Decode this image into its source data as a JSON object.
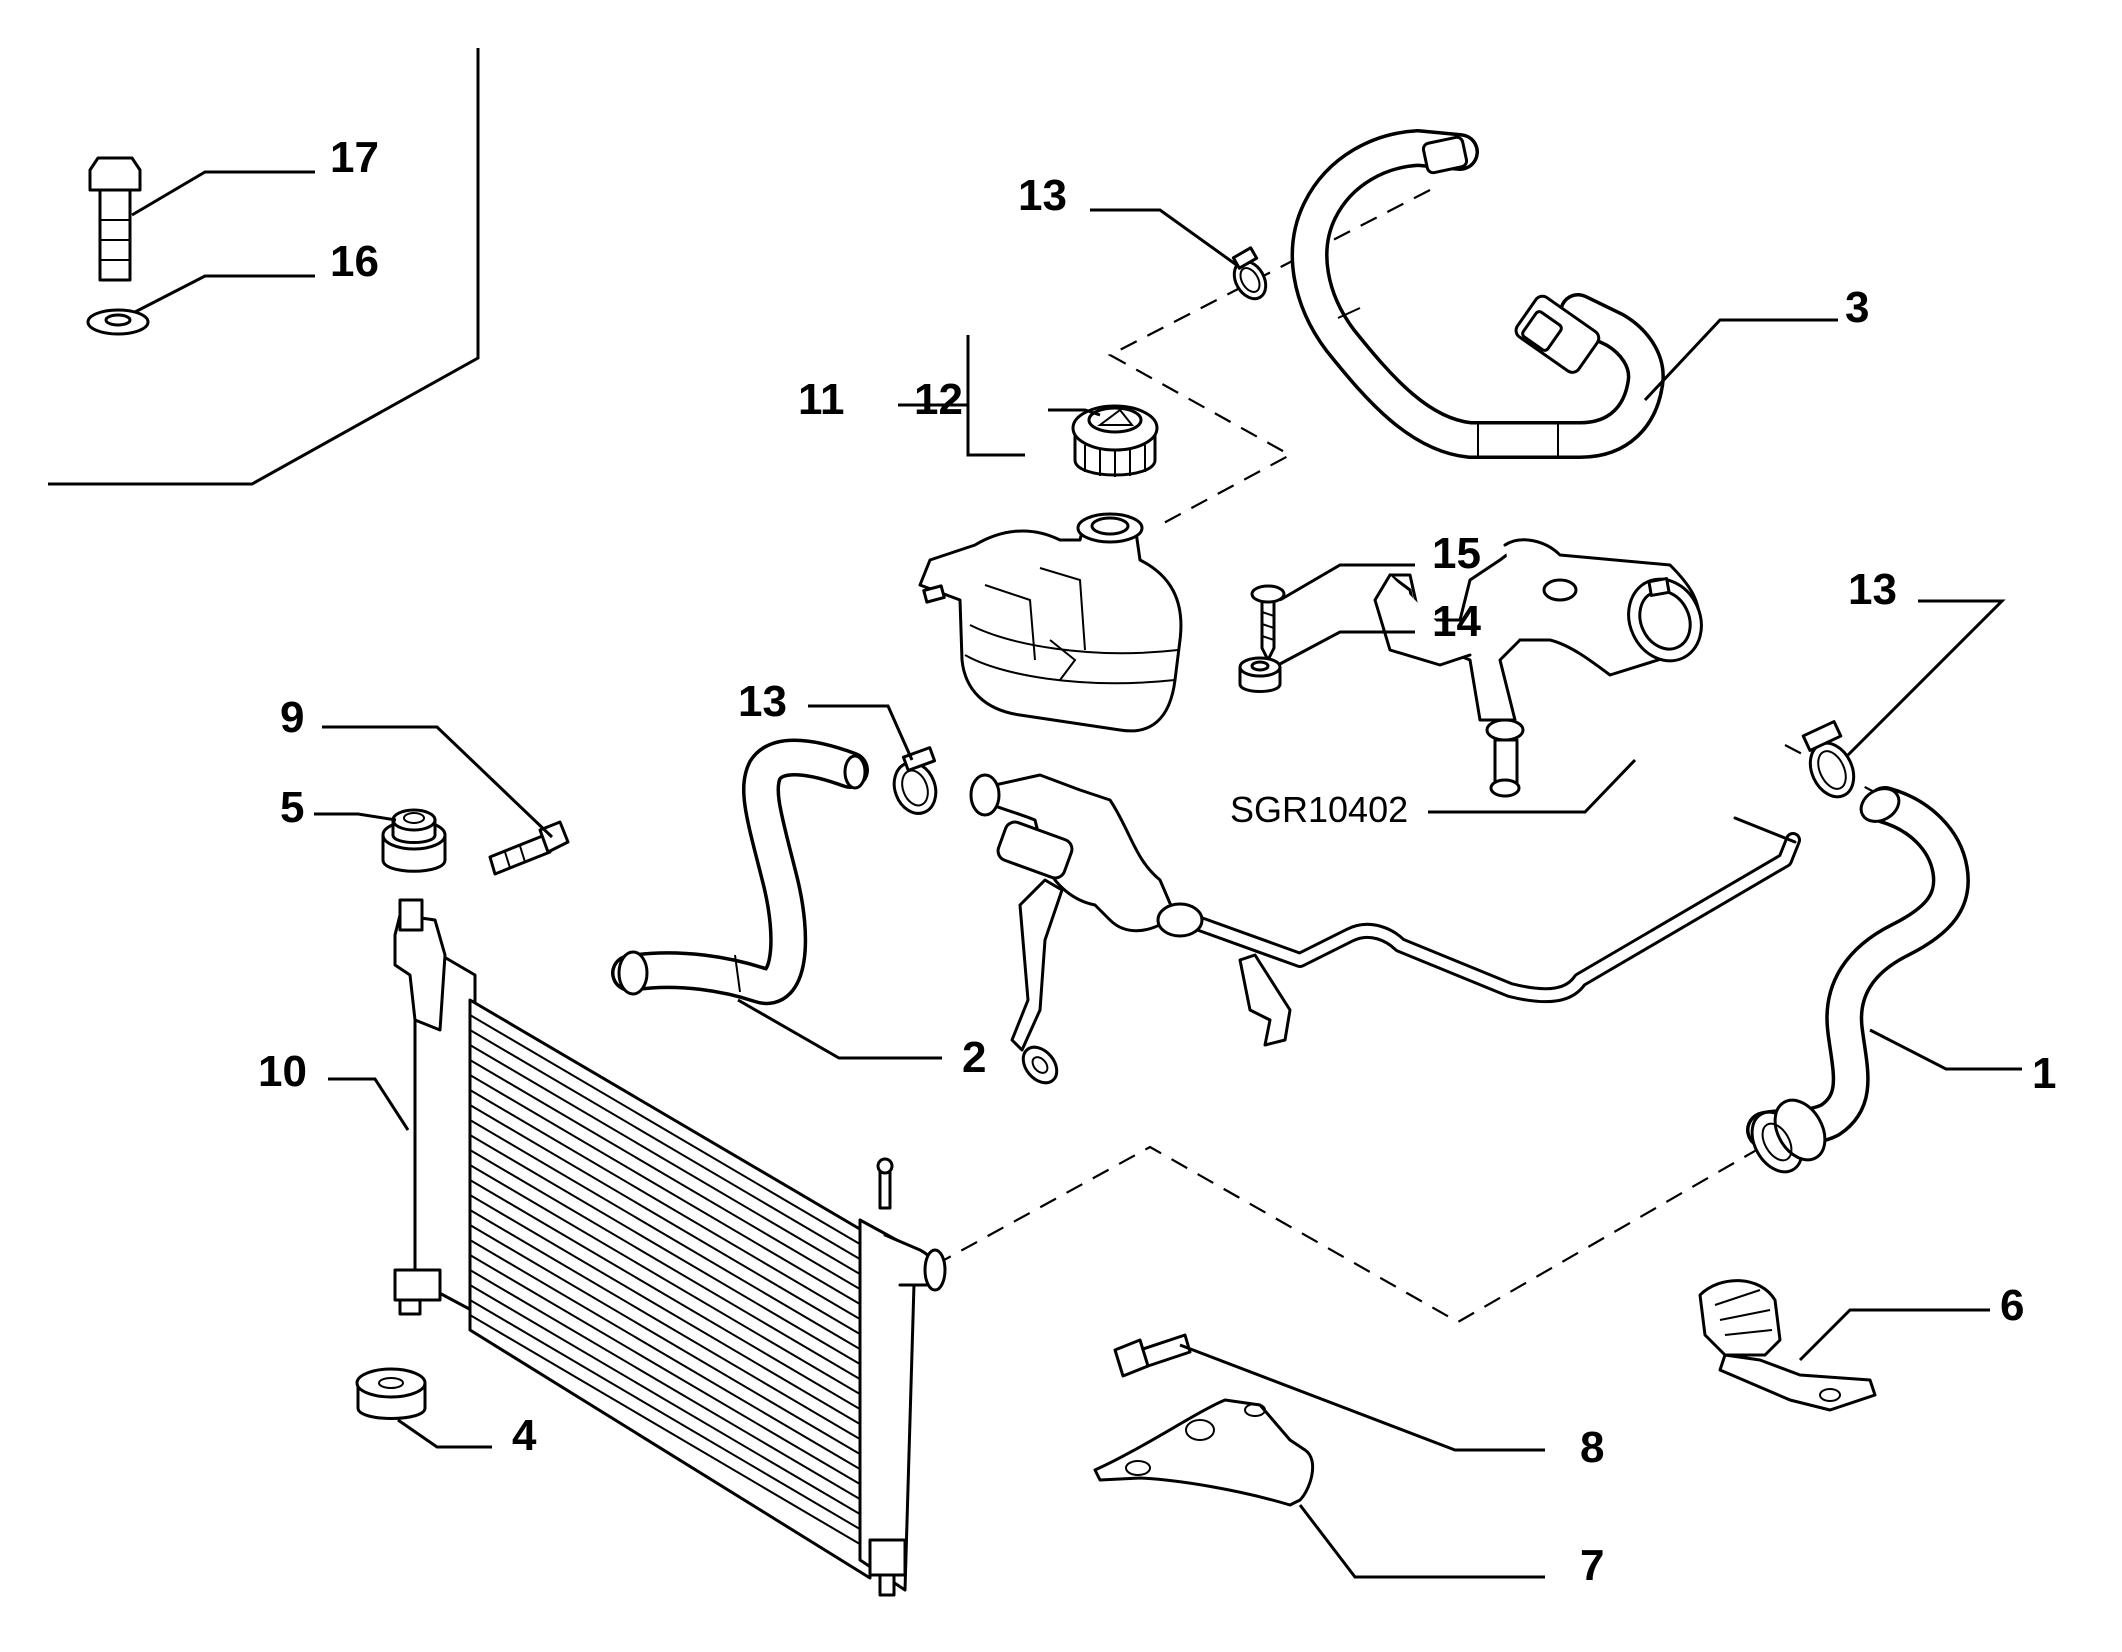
{
  "diagram": {
    "reference_code": "SGR10402",
    "callouts": {
      "c1": "1",
      "c2": "2",
      "c3": "3",
      "c4": "4",
      "c5": "5",
      "c6": "6",
      "c7": "7",
      "c8": "8",
      "c9": "9",
      "c10": "10",
      "c11": "11",
      "c12": "12",
      "c13a": "13",
      "c13b": "13",
      "c13c": "13",
      "c14": "14",
      "c15": "15",
      "c16": "16",
      "c17": "17"
    }
  }
}
